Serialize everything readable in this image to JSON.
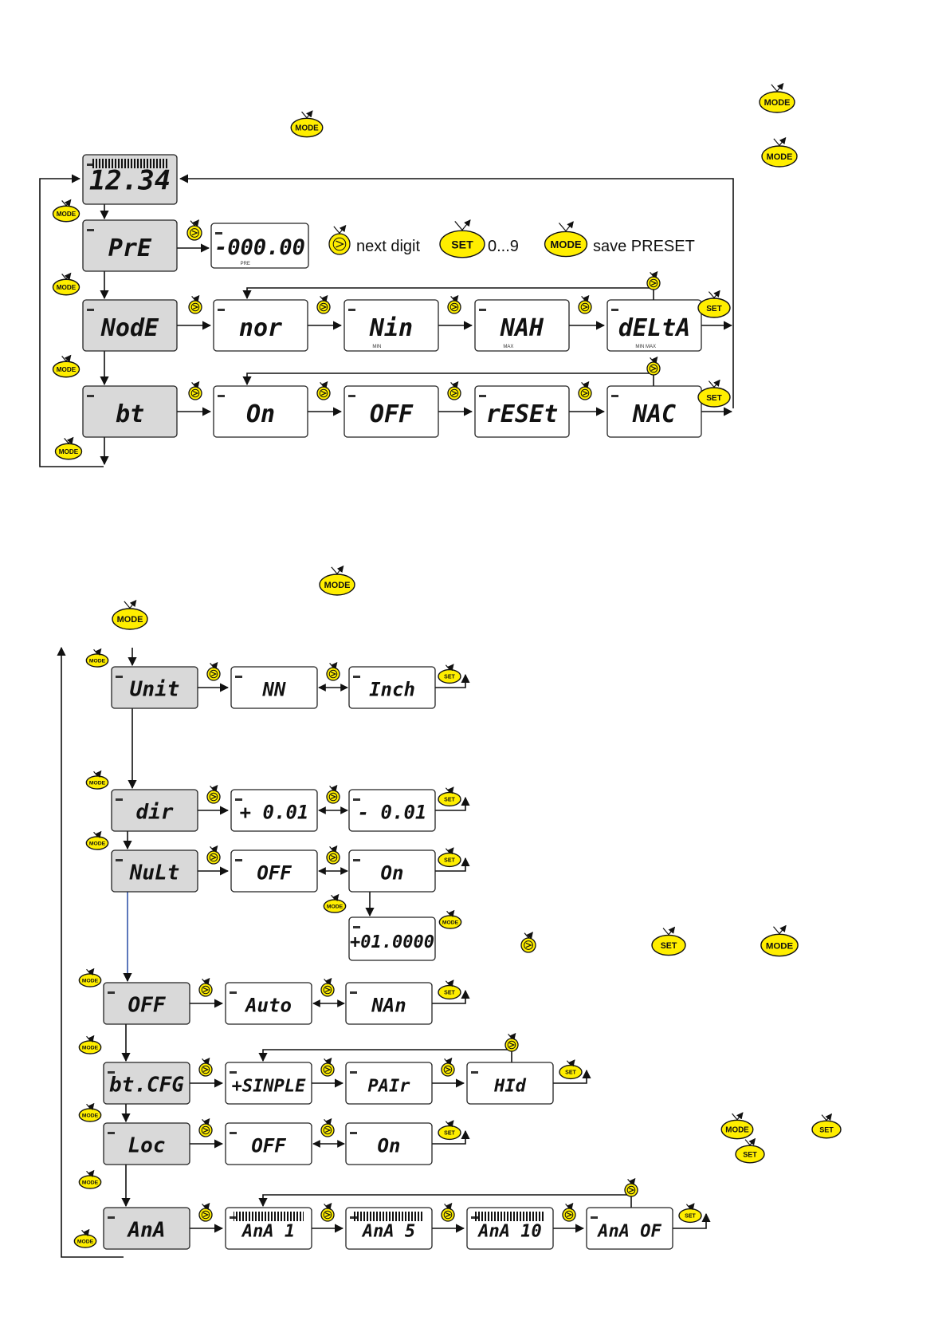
{
  "buttons": {
    "mode": "MODE",
    "set": "SET"
  },
  "icons": {
    "mode_button": "mode-button-icon",
    "set_button": "set-button-icon",
    "next_digit_button": "arrow-button-icon"
  },
  "colors": {
    "button_fill": "#ffee00",
    "lcd_menu_fill": "#d9d9d9",
    "lcd_option_fill": "#ffffff"
  },
  "top": {
    "display": "12.34",
    "preset": {
      "label": "PrE",
      "value": "-000.00",
      "sub": "PRE",
      "legend_next": "next digit",
      "legend_digits": "0...9",
      "legend_save": "save PRESET"
    },
    "mode": {
      "label": "NodE",
      "options": [
        {
          "text": "nor",
          "sub": ""
        },
        {
          "text": "Nin",
          "sub": "MIN"
        },
        {
          "text": "NAH",
          "sub": "MAX"
        },
        {
          "text": "dELtA",
          "sub": "MIN MAX"
        }
      ]
    },
    "bt": {
      "label": "bt",
      "options": [
        "On",
        "OFF",
        "rESEt",
        "NAC"
      ]
    }
  },
  "bottom": {
    "unit": {
      "label": "Unit",
      "options": [
        "NN",
        "Inch"
      ]
    },
    "dir": {
      "label": "dir",
      "options": [
        "+ 0.01",
        "- 0.01"
      ]
    },
    "mult": {
      "label": "NuLt",
      "options": [
        "OFF",
        "On"
      ],
      "value": "+01.0000"
    },
    "off": {
      "label": "OFF",
      "options": [
        "Auto",
        "NAn"
      ]
    },
    "btcfg": {
      "label": "bt.CFG",
      "options": [
        "+SINPLE",
        "PAIr",
        "HId"
      ]
    },
    "loc": {
      "label": "Loc",
      "options": [
        "OFF",
        "On"
      ]
    },
    "ana": {
      "label": "AnA",
      "options": [
        "AnA 1",
        "AnA 5",
        "AnA 10",
        "AnA OF"
      ]
    }
  }
}
